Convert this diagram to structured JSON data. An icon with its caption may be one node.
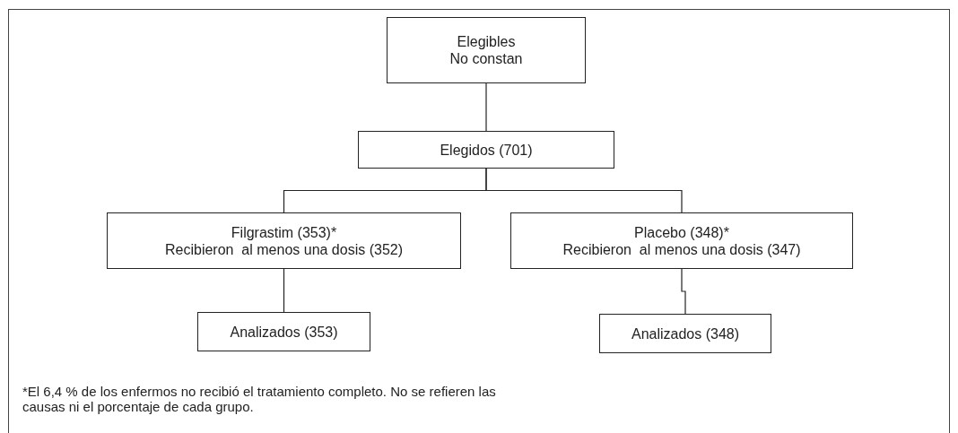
{
  "diagram": {
    "nodes": [
      {
        "text": [
          "Elegibles",
          "No constan"
        ]
      },
      {
        "text": [
          "Elegidos (701)"
        ]
      },
      {
        "text": [
          "Filgrastim (353)*",
          "Recibieron  al menos una dosis (352)"
        ]
      },
      {
        "text": [
          "Placebo (348)*",
          "Recibieron  al menos una dosis (347)"
        ]
      },
      {
        "text": [
          "Analizados (353)"
        ]
      },
      {
        "text": [
          "Analizados (348)"
        ]
      }
    ],
    "edges": [
      {
        "from": 0,
        "to": 1,
        "arrow": "none"
      },
      {
        "from": 1,
        "to": 2,
        "arrow": "none"
      },
      {
        "from": 1,
        "to": 3,
        "arrow": "none"
      },
      {
        "from": 2,
        "to": 4,
        "arrow": "none"
      },
      {
        "from": 3,
        "to": 5,
        "arrow": "none"
      }
    ],
    "labels": [
      "*El 6,4 % de los enfermos no recibió el tratamiento completo. No se refieren las causas ni el porcentaje de cada grupo."
    ]
  }
}
